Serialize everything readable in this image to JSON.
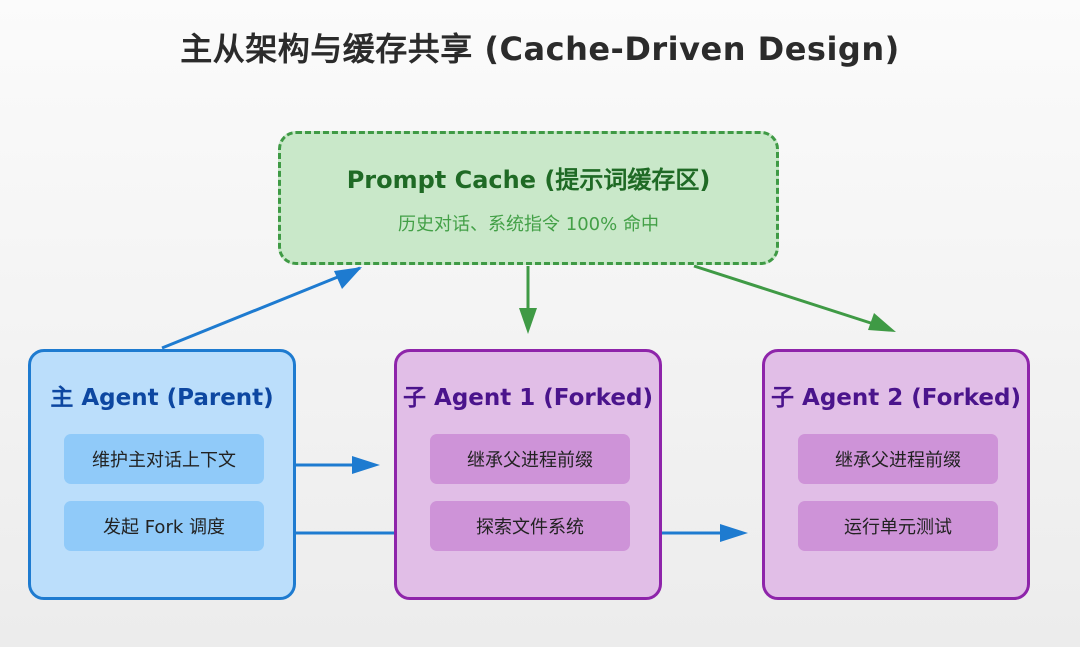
{
  "title": "主从架构与缓存共享 (Cache-Driven Design)",
  "cache": {
    "title": "Prompt Cache (提示词缓存区)",
    "subtitle": "历史对话、系统指令 100% 命中"
  },
  "agents": {
    "parent": {
      "title": "主 Agent (Parent)",
      "tasks": [
        "维护主对话上下文",
        "发起 Fork 调度"
      ]
    },
    "child1": {
      "title": "子 Agent 1 (Forked)",
      "tasks": [
        "继承父进程前缀",
        "探索文件系统"
      ]
    },
    "child2": {
      "title": "子 Agent 2 (Forked)",
      "tasks": [
        "继承父进程前缀",
        "运行单元测试"
      ]
    }
  },
  "colors": {
    "blue_arrow": "#1e7bd0",
    "green_arrow": "#3f9a45"
  }
}
